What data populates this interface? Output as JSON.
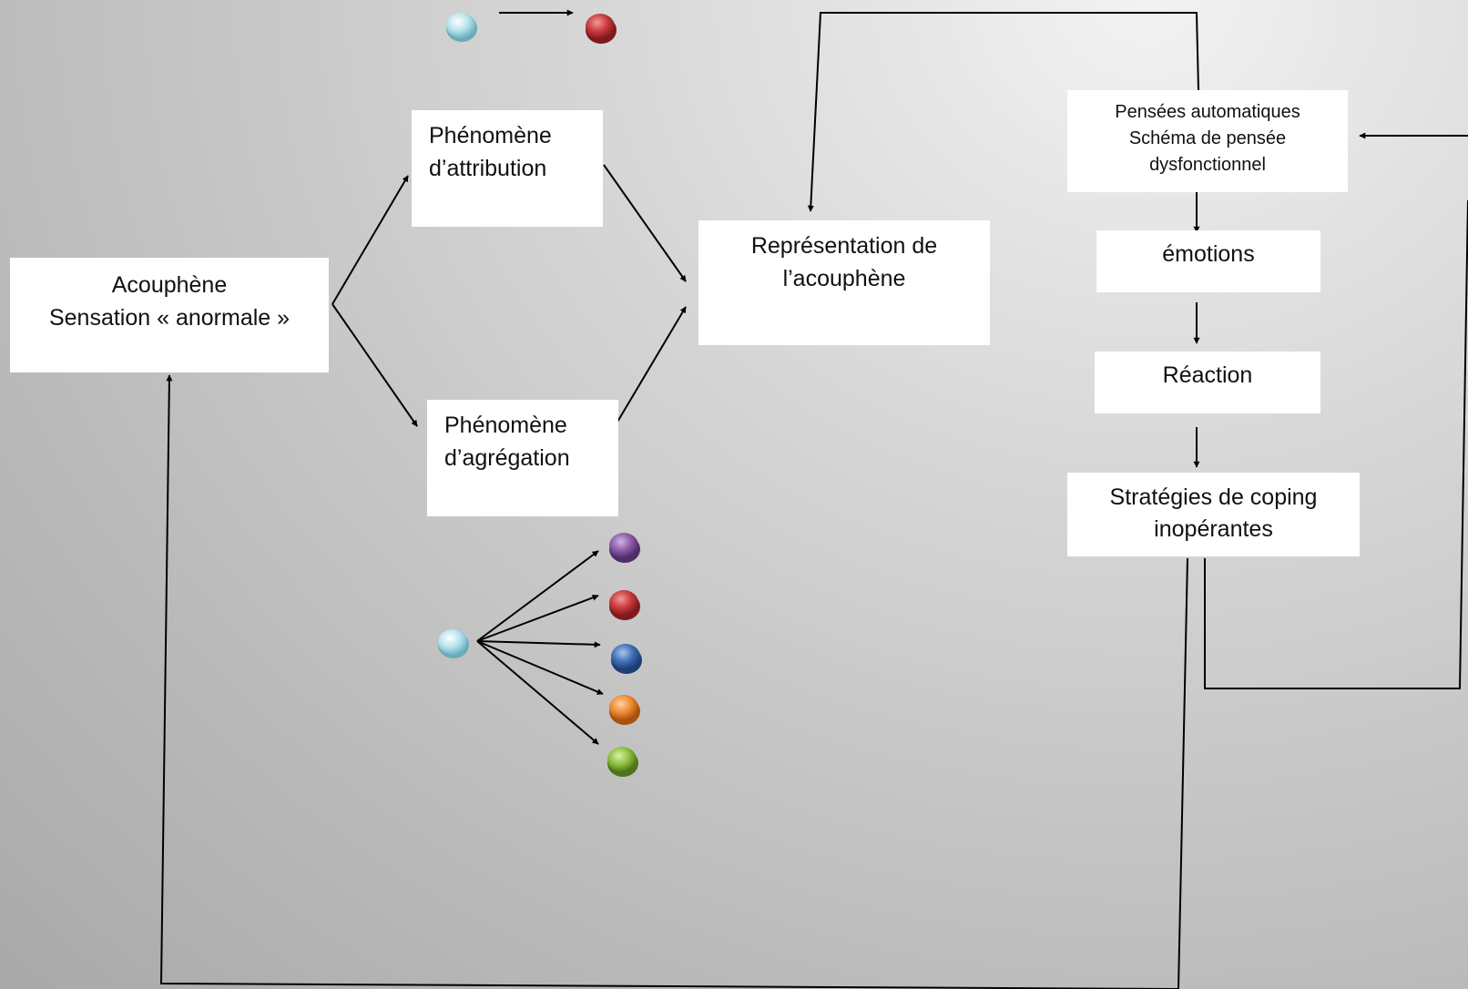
{
  "boxes": {
    "acouphene": [
      "Acouphène",
      "Sensation  « anormale »"
    ],
    "attribution": [
      "Phénomène",
      "d’attribution"
    ],
    "agregation": [
      "Phénomène",
      "d’agrégation"
    ],
    "representation": [
      "Représentation de",
      "l’acouphène"
    ],
    "pensees": [
      "Pensées automatiques",
      "Schéma de pensée",
      "dysfonctionnel"
    ],
    "emotions": "émotions",
    "reaction": "Réaction",
    "strategies": [
      "Stratégies de coping",
      "inopérantes"
    ]
  },
  "colors": {
    "light_blue": "#a8dce6",
    "red": "#c0393b",
    "purple": "#8a5ca8",
    "blue": "#3f6fb5",
    "orange": "#ef8a32",
    "green": "#8cbf3f",
    "arrow": "#000000"
  }
}
